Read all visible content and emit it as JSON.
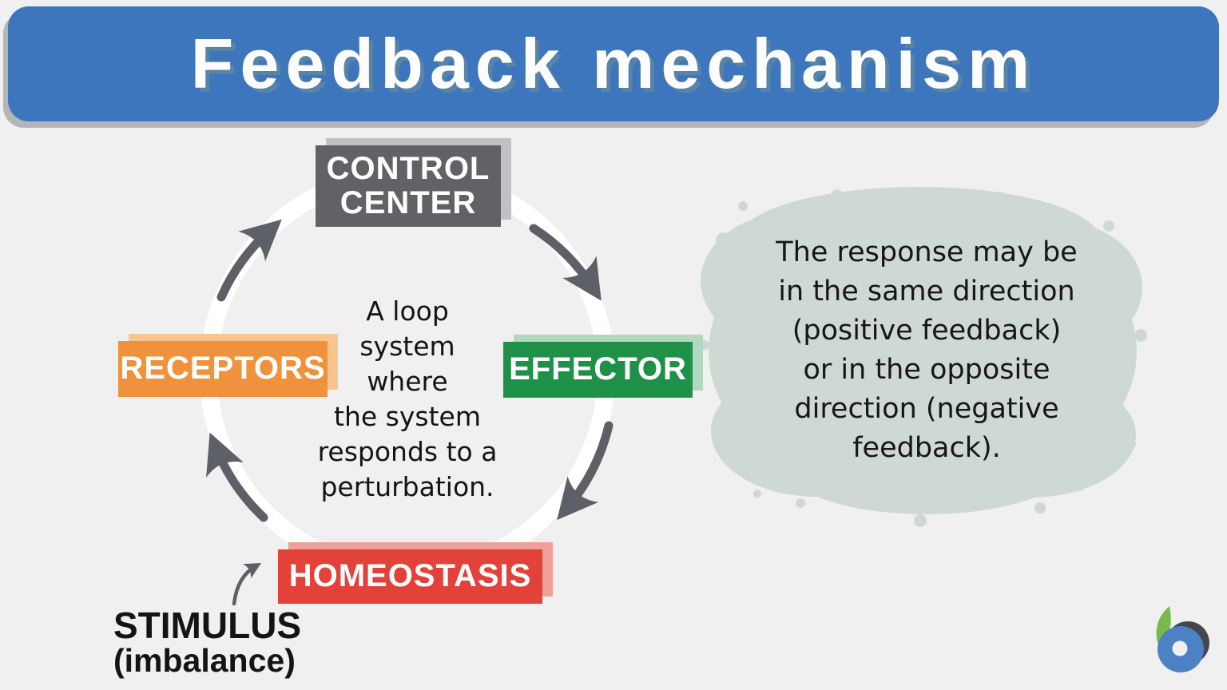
{
  "background_color": "#f1f0f0",
  "header": {
    "title": "Feedback mechanism",
    "bg_color": "#3d76bd",
    "shadow_color": "#b3b5b8",
    "text_color": "#fdfdfd"
  },
  "diagram": {
    "ring_color": "#ffffff",
    "arrow_color": "#5d6066",
    "flow_order": [
      "RECEPTORS",
      "CONTROL CENTER",
      "EFFECTOR",
      "HOMEOSTASIS"
    ],
    "nodes": [
      {
        "id": "control-center",
        "label": "CONTROL CENTER",
        "label_lines": [
          "CONTROL",
          "CENTER"
        ],
        "color": "#636066",
        "shadow_color": "#c2c0c4"
      },
      {
        "id": "receptors",
        "label": "RECEPTORS",
        "color": "#f0923c",
        "shadow_color": "#f8c58f"
      },
      {
        "id": "effector",
        "label": "EFFECTOR",
        "color": "#1f9048",
        "shadow_color": "#b2d8c0"
      },
      {
        "id": "homeostasis",
        "label": "HOMEOSTASIS",
        "color": "#e2423a",
        "shadow_color": "#f0a09b"
      }
    ],
    "center_caption_lines": [
      "A loop",
      "system",
      "where",
      "the system",
      "responds to a",
      "perturbation."
    ],
    "stimulus_label_lines": [
      "STIMULUS",
      "(imbalance)"
    ]
  },
  "note": {
    "bg_color": "#cfd9d4",
    "text_color": "#161616",
    "lines": [
      "The response may be",
      "in the same direction",
      "(positive feedback)",
      "or in the opposite",
      "direction (negative",
      "feedback)."
    ]
  },
  "logo": {
    "name": "biology-online",
    "colors": {
      "green": "#7cb94b",
      "gray": "#45464e",
      "blue": "#4c81c3"
    }
  }
}
